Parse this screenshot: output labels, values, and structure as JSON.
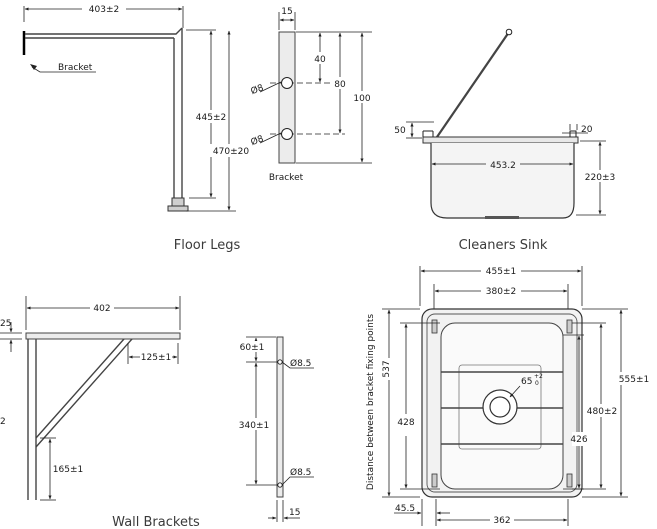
{
  "floor_legs": {
    "caption": "Floor Legs",
    "top_width": "403±2",
    "bracket_label": "Bracket",
    "height_inner": "445±2",
    "height_total": "470±20"
  },
  "bracket_detail": {
    "width": "15",
    "hole_offset": "40",
    "hole_spacing": "80",
    "total_height": "100",
    "hole_dia_top": "Ø8",
    "hole_dia_bottom": "Ø8",
    "label": "Bracket"
  },
  "cleaners_sink": {
    "caption": "Cleaners Sink",
    "rim_height": "50",
    "rim_width": "20",
    "bowl_width": "453.2",
    "bowl_depth": "220±3"
  },
  "wall_brackets": {
    "caption": "Wall Brackets",
    "arm_length": "402",
    "arm_thickness": "25",
    "arm_offset": "125±1",
    "brace_height": "165±1",
    "side_partial": "2"
  },
  "wall_bracket_detail": {
    "top_offset": "60±1",
    "hole_top": "Ø8.5",
    "hole_spacing": "340±1",
    "hole_bottom": "Ø8.5",
    "width": "15"
  },
  "sink_plan": {
    "outer_width": "455±1",
    "inner_width": "380±2",
    "outer_depth": "555±1",
    "inner_depth": "480±2",
    "bowl_depth": "426",
    "side_depth": "428",
    "fixing_distance": "537",
    "fixing_label": "Distance between bracket fixing points",
    "bottom_offset": "45.5",
    "bottom_width": "362",
    "waste_dia": "65",
    "waste_tol_plus": "+2",
    "waste_tol_minus": "0"
  }
}
